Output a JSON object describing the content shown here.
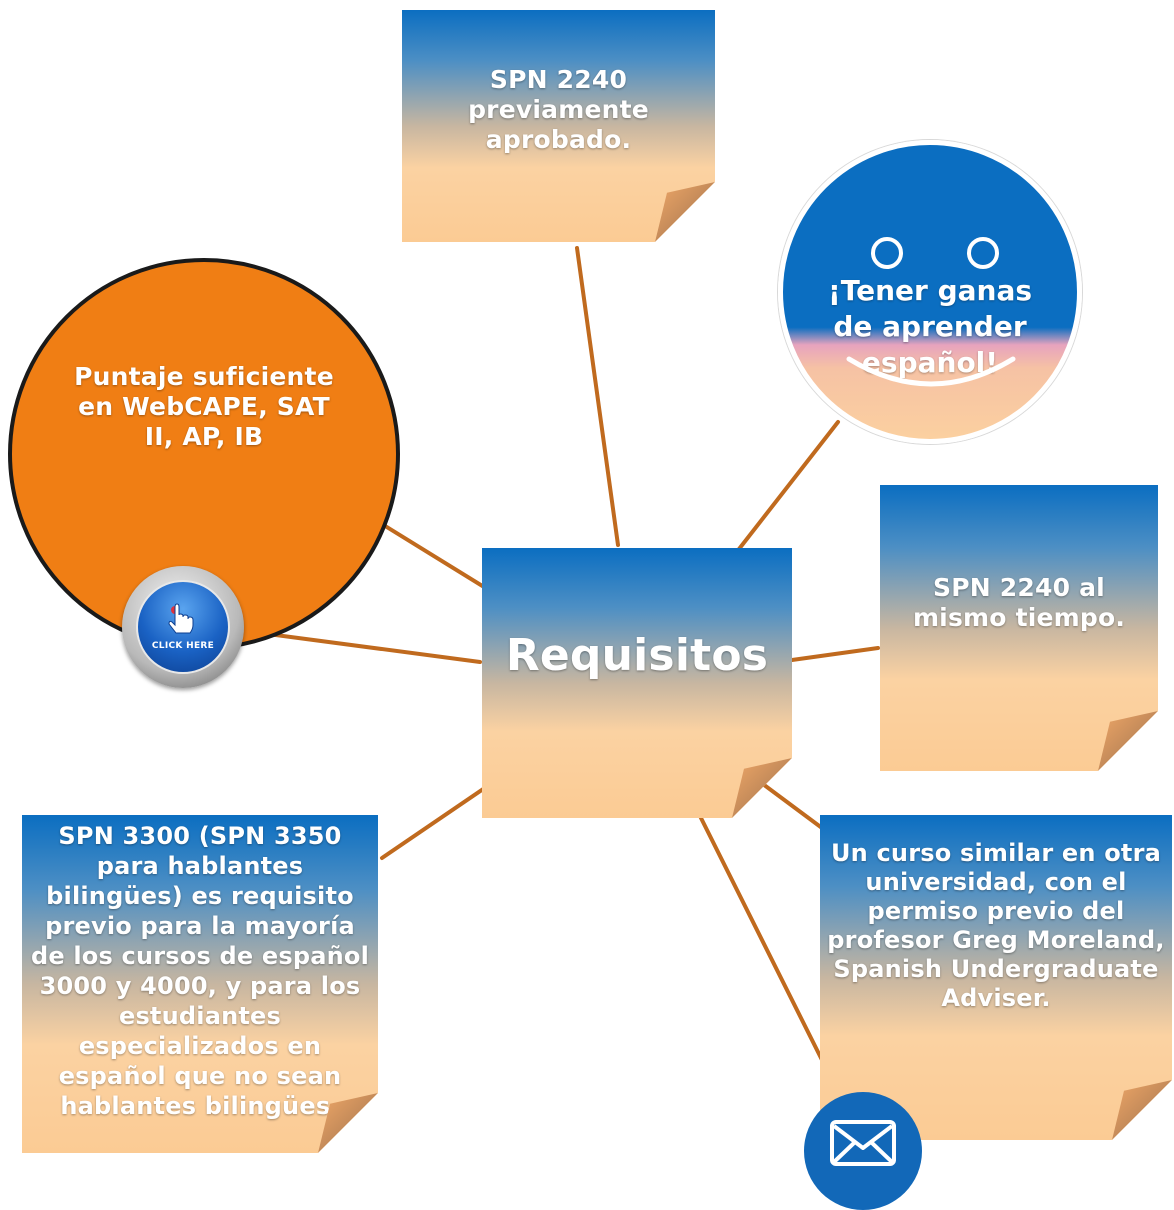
{
  "diagram": {
    "center": {
      "label": "Requisitos"
    },
    "nodes": {
      "top": {
        "text": "SPN 2240 previamente aprobado."
      },
      "smiley": {
        "text": "¡Tener ganas de aprender español!"
      },
      "orange_circle": {
        "text": "Puntaje suficiente en WebCAPE, SAT II, AP, IB"
      },
      "right": {
        "text": "SPN 2240 al mismo tiempo."
      },
      "bottom_left": {
        "text": "SPN 3300 (SPN 3350 para hablantes bilingües) es requisito previo para la mayoría de los cursos de español 3000 y 4000, y para los estudiantes especializados en español que no sean hablantes bilingües."
      },
      "bottom_right": {
        "text": "Un curso similar en otra universidad, con el permiso previo del profesor Greg Moreland, Spanish Undergraduate Adviser."
      }
    },
    "buttons": {
      "click_here": {
        "label": "CLICK HERE",
        "icon": "pointing-hand-icon"
      },
      "mail": {
        "icon": "envelope-icon"
      }
    },
    "colors": {
      "accent_blue": "#0b6ec1",
      "accent_orange": "#f07e14",
      "connector": "#c06a1e",
      "peach": "#fbd0a0"
    }
  }
}
